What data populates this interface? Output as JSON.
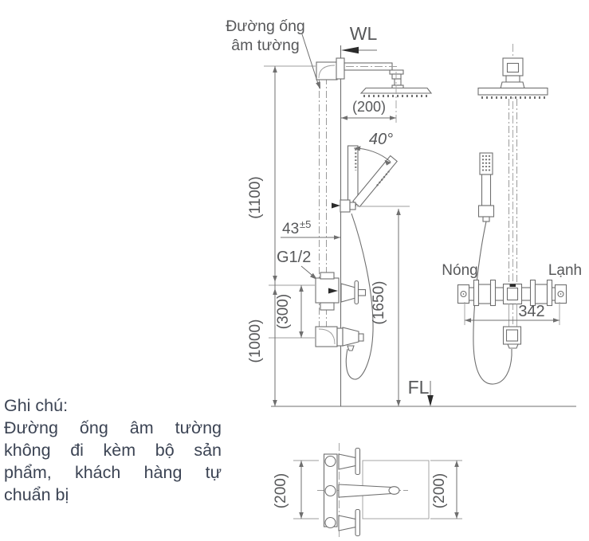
{
  "colors": {
    "line": "#6f6f6f",
    "line_light": "#9d9d9d",
    "drawing_text": "#57585a",
    "note_text": "#3c4454",
    "arrow_black": "#2b2b2b",
    "background": "#ffffff"
  },
  "annotations": {
    "pipe_label_line1": "Đường ống",
    "pipe_label_line2": "âm tường",
    "water_line": "WL",
    "floor_line": "FL",
    "hot": "Nóng",
    "cold": "Lạnh",
    "thread": "G1/2"
  },
  "dimensions": {
    "head_offset": "(200)",
    "swivel_angle": "40°",
    "wall_offset": "43",
    "wall_offset_tol": "±5",
    "spout_drop": "(300)",
    "upper_height": "(1100)",
    "lower_height": "(1000)",
    "holder_height": "(1650)",
    "bar_width": "342",
    "plan_left": "(200)",
    "plan_right": "(200)"
  },
  "note": {
    "title": "Ghi chú:",
    "lines": [
      "Đường ống âm tường",
      "không đi kèm bộ sản",
      "phẩm, khách hàng tự",
      "chuẩn bị"
    ]
  }
}
